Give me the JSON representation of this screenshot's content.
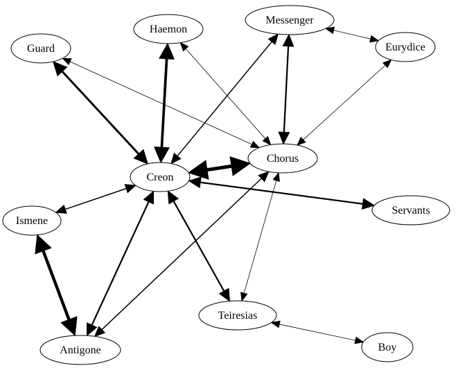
{
  "nodes": [
    {
      "id": "guard",
      "label": "Guard"
    },
    {
      "id": "haemon",
      "label": "Haemon"
    },
    {
      "id": "messenger",
      "label": "Messenger"
    },
    {
      "id": "eurydice",
      "label": "Eurydice"
    },
    {
      "id": "creon",
      "label": "Creon"
    },
    {
      "id": "chorus",
      "label": "Chorus"
    },
    {
      "id": "ismene",
      "label": "Ismene"
    },
    {
      "id": "servants",
      "label": "Servants"
    },
    {
      "id": "teiresias",
      "label": "Teiresias"
    },
    {
      "id": "antigone",
      "label": "Antigone"
    },
    {
      "id": "boy",
      "label": "Boy"
    }
  ],
  "edges": [
    {
      "from": "guard",
      "to": "creon",
      "weight": 4
    },
    {
      "from": "guard",
      "to": "chorus",
      "weight": 1
    },
    {
      "from": "haemon",
      "to": "creon",
      "weight": 5
    },
    {
      "from": "haemon",
      "to": "chorus",
      "weight": 1
    },
    {
      "from": "messenger",
      "to": "creon",
      "weight": 2
    },
    {
      "from": "messenger",
      "to": "chorus",
      "weight": 3
    },
    {
      "from": "messenger",
      "to": "eurydice",
      "weight": 1
    },
    {
      "from": "eurydice",
      "to": "chorus",
      "weight": 1
    },
    {
      "from": "creon",
      "to": "chorus",
      "weight": 7
    },
    {
      "from": "creon",
      "to": "ismene",
      "weight": 2
    },
    {
      "from": "creon",
      "to": "servants",
      "weight": 3
    },
    {
      "from": "creon",
      "to": "teiresias",
      "weight": 3
    },
    {
      "from": "creon",
      "to": "antigone",
      "weight": 3
    },
    {
      "from": "chorus",
      "to": "antigone",
      "weight": 2
    },
    {
      "from": "chorus",
      "to": "teiresias",
      "weight": 1
    },
    {
      "from": "ismene",
      "to": "antigone",
      "weight": 6
    },
    {
      "from": "teiresias",
      "to": "boy",
      "weight": 1
    }
  ]
}
